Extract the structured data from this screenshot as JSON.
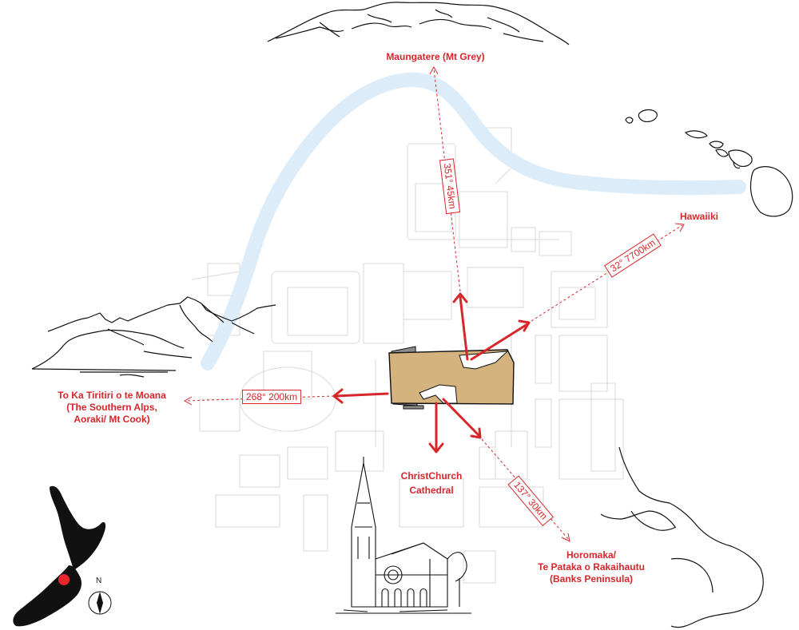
{
  "places": {
    "mt_grey": "Maungatere (Mt Grey)",
    "hawaiki": "Hawaiiki",
    "southern_alps": [
      "To Ka Tiritiri o te Moana",
      "(The Southern Alps,",
      "Aoraki/ Mt Cook)"
    ],
    "cathedral": [
      "ChristChurch",
      "Cathedral"
    ],
    "banks_peninsula": [
      "Horomaka/",
      "Te Pataka o Rakaihautu",
      "(Banks Peninsula)"
    ]
  },
  "bearings": {
    "mt_grey": "351° 45km",
    "hawaiki": "32° 7700km",
    "southern_alps": "268° 200km",
    "banks_peninsula": "137° 30km"
  },
  "compass": {
    "label": "N"
  },
  "colors": {
    "accent": "#d8262b",
    "river": "#dcecf8",
    "site": "#d4b37e",
    "streets": "#d7d7d7",
    "ink": "#111111"
  }
}
